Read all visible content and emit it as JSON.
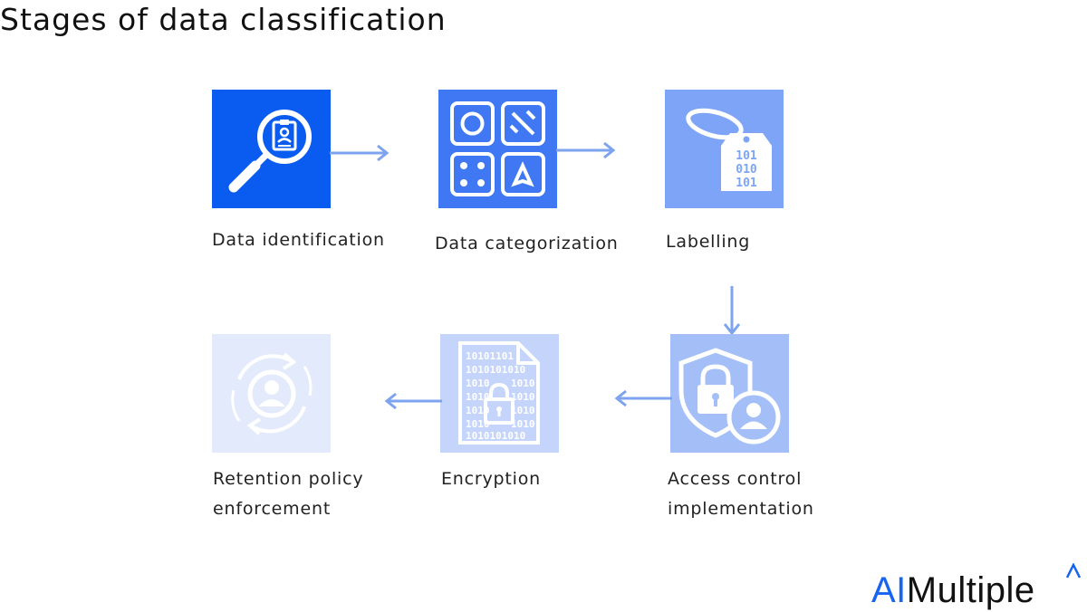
{
  "title": "Stages of data classification",
  "colors": {
    "stage1": "#0a5cf0",
    "stage2": "#3f78f2",
    "stage3": "#7da4f6",
    "stage4": "#a4bef8",
    "stage5": "#c4d4fa",
    "stage6": "#e3eafc",
    "arrow": "#7ea3ef",
    "brand_ai": "#1664f0"
  },
  "stages": [
    {
      "label": "Data identification",
      "icon": "magnifier-id-card-icon"
    },
    {
      "label": "Data categorization",
      "icon": "shapes-grid-icon"
    },
    {
      "label": "Labelling",
      "icon": "binary-tag-icon"
    },
    {
      "label": "Access control\nimplementation",
      "icon": "shield-lock-user-icon"
    },
    {
      "label": "Encryption",
      "icon": "encrypted-file-lock-icon"
    },
    {
      "label": "Retention policy\nenforcement",
      "icon": "user-cycle-icon"
    }
  ],
  "brand": {
    "ai": "AI",
    "rest": "Multiple"
  }
}
